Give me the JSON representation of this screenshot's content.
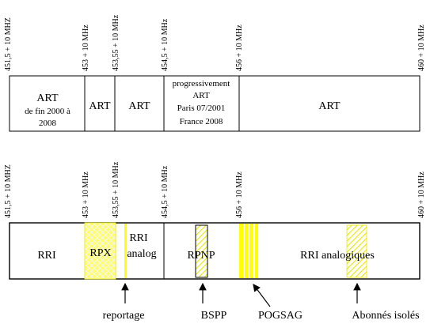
{
  "top_band": {
    "tick_labels": [
      "451,5 + 10 MHZ",
      "453 + 10 MHz",
      "453,55 + 10 MHz",
      "454,5 + 10 MHz",
      "456 + 10 MHz",
      "460 + 10 MHz"
    ],
    "cells": [
      {
        "lines": [
          "ART",
          "de fin 2000 à",
          "2008"
        ]
      },
      {
        "lines": [
          "ART"
        ]
      },
      {
        "lines": [
          "ART"
        ]
      },
      {
        "lines": [
          "progressivement",
          "ART",
          "Paris 07/2001",
          "France 2008"
        ]
      },
      {
        "lines": [
          "ART"
        ]
      }
    ]
  },
  "bottom_band": {
    "tick_labels": [
      "451,5 + 10 MHZ",
      "453 + 10 MHz",
      "453,55 + 10 MHz",
      "454,5 + 10 MHz",
      "456 + 10 MHz",
      "460 + 10 MHz"
    ],
    "cells": {
      "rri": "RRI",
      "rpx": "RPX",
      "rri_analog_1": "RRI",
      "rri_analog_2": "analog",
      "rpnp": "RPNP",
      "rri_analogiques": "RRI analogiques"
    },
    "annotations": [
      "reportage",
      "BSPP",
      "POGSAG",
      "Abonnés isolés"
    ]
  },
  "colors": {
    "yellow": "#ffff00",
    "hatch_yellow": "#e8e800",
    "border": "#000000"
  }
}
